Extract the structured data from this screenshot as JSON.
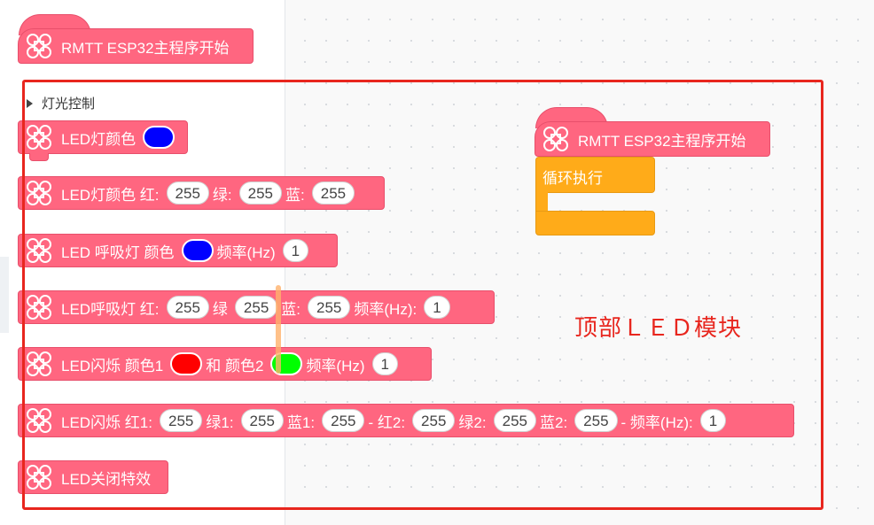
{
  "palette": {
    "top_hat": "RMTT ESP32主程序开始",
    "category": "灯光控制",
    "blocks": {
      "led_color": "LED灯颜色",
      "led_rgb": {
        "label": "LED灯颜色 红:",
        "g_label": "绿:",
        "b_label": "蓝:",
        "r": "255",
        "g": "255",
        "b": "255"
      },
      "breath_color": {
        "label": "LED 呼吸灯 颜色",
        "freq_label": "频率(Hz)",
        "freq": "1"
      },
      "breath_rgb": {
        "label": "LED呼吸灯 红:",
        "g_label": "绿",
        "b_label": "蓝:",
        "freq_label": "频率(Hz):",
        "r": "255",
        "g": "255",
        "b": "255",
        "freq": "1"
      },
      "blink_color": {
        "label": "LED闪烁 颜色1",
        "and_label": "和 颜色2",
        "freq_label": "频率(Hz)",
        "freq": "1"
      },
      "blink_rgb": {
        "label": "LED闪烁 红1:",
        "g1_label": "绿1:",
        "b1_label": "蓝1:",
        "r2_label": "- 红2:",
        "g2_label": "绿2:",
        "b2_label": "蓝2:",
        "freq_label": "- 频率(Hz):",
        "r1": "255",
        "g1": "255",
        "b1": "255",
        "r2": "255",
        "g2": "255",
        "b2": "255",
        "freq": "1"
      },
      "led_off": "LED关闭特效"
    }
  },
  "workspace": {
    "hat": "RMTT ESP32主程序开始",
    "loop": "循环执行",
    "annotation": "顶部ＬＥＤ模块"
  },
  "colors": {
    "block_pink": "#ff6680",
    "loop_orange": "#ffab19",
    "swatch_blue": "#0000ff",
    "swatch_red": "#ff0000",
    "swatch_green": "#00ff00",
    "highlight_red": "#e8261e"
  }
}
